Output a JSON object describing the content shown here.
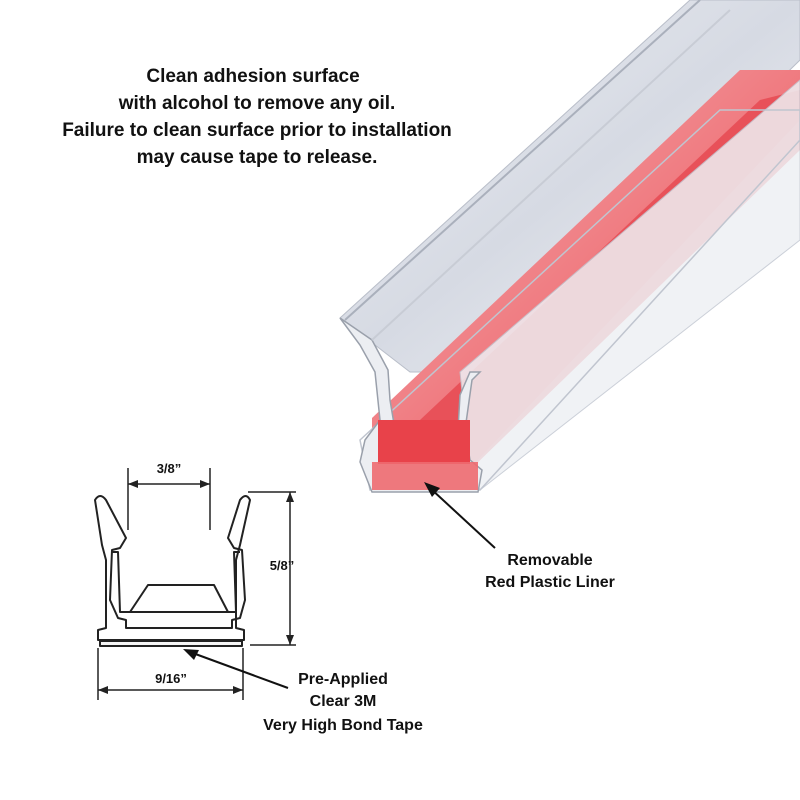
{
  "instructions": {
    "lines": [
      "Clean adhesion surface",
      "with alcohol to remove any oil.",
      "Failure to clean surface prior to installation",
      "may cause tape to release."
    ]
  },
  "callouts": {
    "liner": [
      "Removable",
      "Red Plastic Liner"
    ],
    "tape": [
      "Pre-Applied",
      "Clear 3M",
      "Very High Bond Tape"
    ]
  },
  "dimensions": {
    "opening_width": "3/8”",
    "height": "5/8”",
    "base_width": "9/16”"
  },
  "colors": {
    "liner_red": "#e8424a",
    "profile_clear": "#d8dde6",
    "outline": "#222222"
  }
}
